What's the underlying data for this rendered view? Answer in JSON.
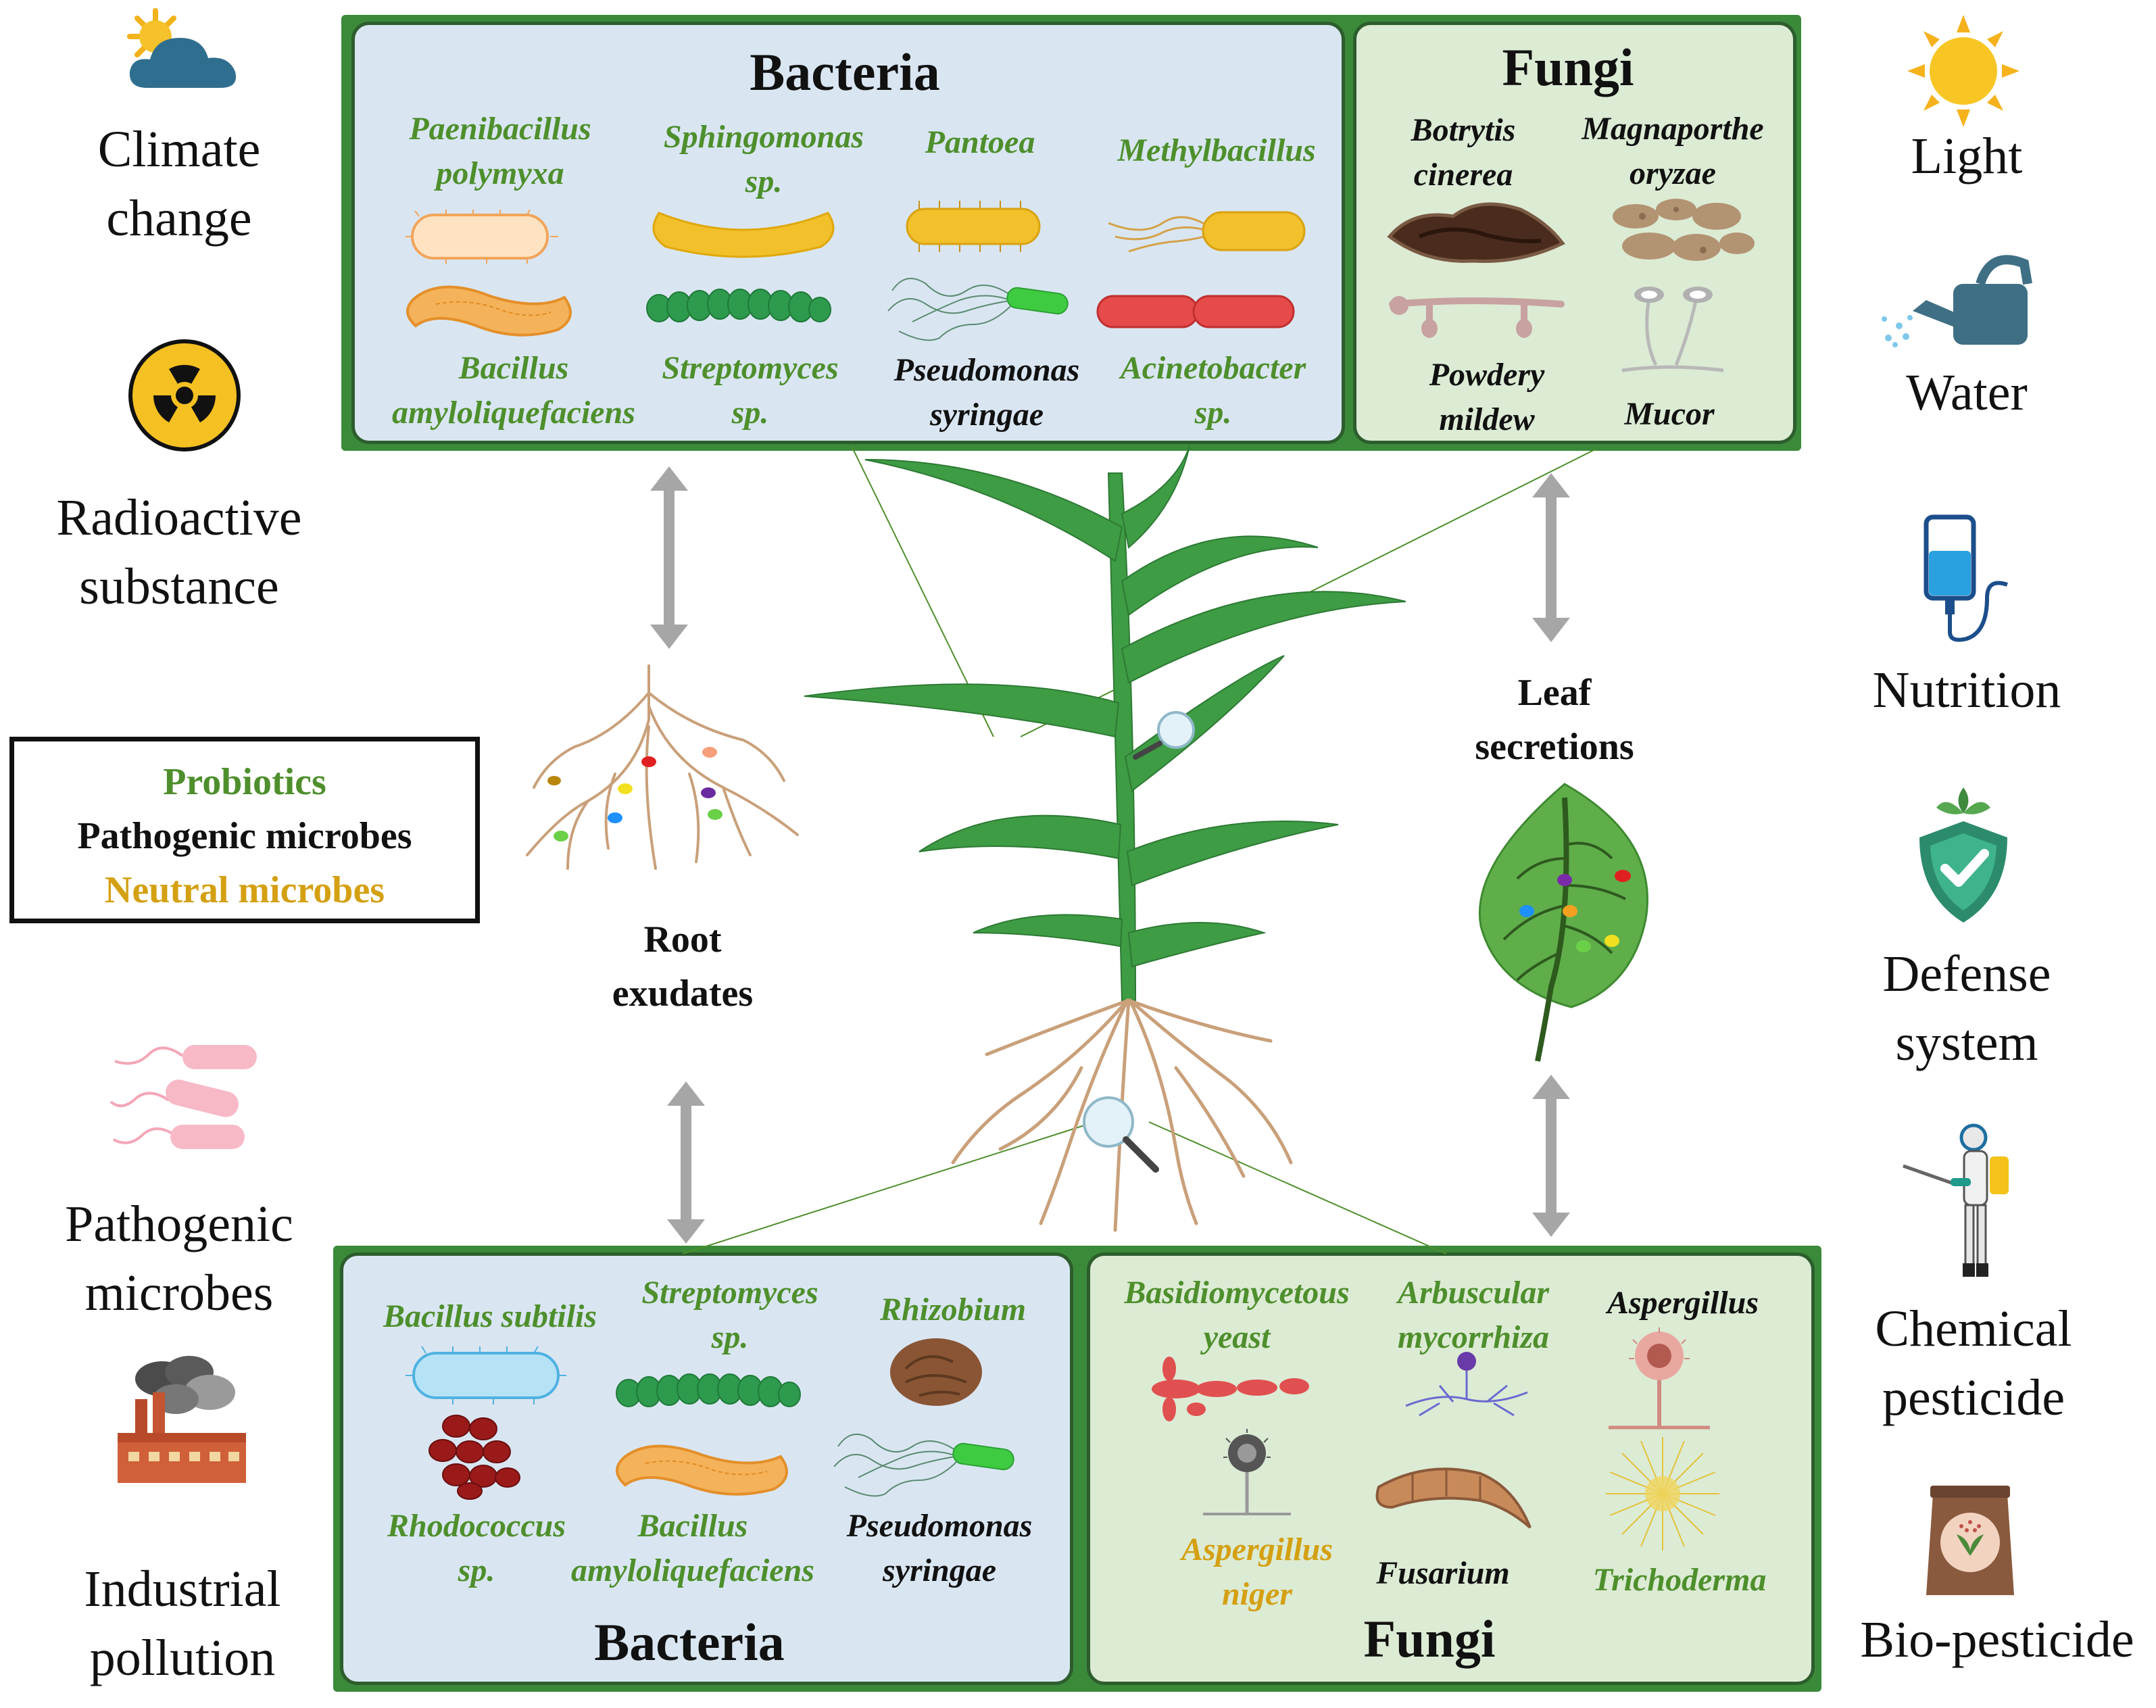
{
  "left_factors": [
    {
      "name": "Climate change",
      "lines": [
        "Climate",
        "change"
      ],
      "icon": "cloud-sun-icon"
    },
    {
      "name": "Radioactive substance",
      "lines": [
        "Radioactive",
        "substance"
      ],
      "icon": "radiation-icon"
    },
    {
      "name": "Pathogenic microbes",
      "lines": [
        "Pathogenic",
        "microbes"
      ],
      "icon": "bacteria-icon"
    },
    {
      "name": "Industrial pollution",
      "lines": [
        "Industrial",
        "pollution"
      ],
      "icon": "factory-icon"
    }
  ],
  "right_factors": [
    {
      "name": "Light",
      "lines": [
        "Light"
      ],
      "icon": "sun-icon"
    },
    {
      "name": "Water",
      "lines": [
        "Water"
      ],
      "icon": "watering-can-icon"
    },
    {
      "name": "Nutrition",
      "lines": [
        "Nutrition"
      ],
      "icon": "iv-bag-icon"
    },
    {
      "name": "Defense system",
      "lines": [
        "Defense",
        "system"
      ],
      "icon": "shield-check-icon"
    },
    {
      "name": "Chemical pesticide",
      "lines": [
        "Chemical",
        "pesticide"
      ],
      "icon": "sprayer-person-icon"
    },
    {
      "name": "Bio-pesticide",
      "lines": [
        "Bio-pesticide"
      ],
      "icon": "seed-bag-icon"
    }
  ],
  "legend": {
    "probiotics": "Probiotics",
    "pathogenic": "Pathogenic microbes",
    "neutral": "Neutral microbes",
    "colors": {
      "probiotics": "#4e8f2c",
      "pathogenic": "#111111",
      "neutral": "#d4a012"
    }
  },
  "top_panel": {
    "bacteria_title": "Bacteria",
    "fungi_title": "Fungi",
    "bacteria": [
      {
        "lines": [
          "Paenibacillus",
          "polymyxa"
        ],
        "type": "probiotic"
      },
      {
        "lines": [
          "Sphingomonas",
          "sp."
        ],
        "type": "probiotic"
      },
      {
        "lines": [
          "Pantoea"
        ],
        "type": "probiotic"
      },
      {
        "lines": [
          "Methylbacillus"
        ],
        "type": "probiotic"
      },
      {
        "lines": [
          "Bacillus",
          "amyloliquefaciens"
        ],
        "type": "probiotic"
      },
      {
        "lines": [
          "Streptomyces",
          "sp."
        ],
        "type": "probiotic"
      },
      {
        "lines": [
          "Pseudomonas",
          "syringae"
        ],
        "type": "pathogenic"
      },
      {
        "lines": [
          "Acinetobacter",
          "sp."
        ],
        "type": "probiotic"
      }
    ],
    "fungi": [
      {
        "lines": [
          "Botrytis",
          "cinerea"
        ],
        "type": "pathogenic"
      },
      {
        "lines": [
          "Magnaporthe",
          "oryzae"
        ],
        "type": "pathogenic"
      },
      {
        "lines": [
          "Powdery",
          "mildew"
        ],
        "type": "pathogenic"
      },
      {
        "lines": [
          "Mucor"
        ],
        "type": "pathogenic"
      }
    ]
  },
  "bottom_panel": {
    "bacteria_title": "Bacteria",
    "fungi_title": "Fungi",
    "bacteria": [
      {
        "lines": [
          "Bacillus subtilis"
        ],
        "type": "probiotic"
      },
      {
        "lines": [
          "Streptomyces",
          "sp."
        ],
        "type": "probiotic"
      },
      {
        "lines": [
          "Rhizobium"
        ],
        "type": "probiotic"
      },
      {
        "lines": [
          "Rhodococcus",
          "sp."
        ],
        "type": "probiotic"
      },
      {
        "lines": [
          "Bacillus",
          "amyloliquefaciens"
        ],
        "type": "probiotic"
      },
      {
        "lines": [
          "Pseudomonas",
          "syringae"
        ],
        "type": "pathogenic"
      }
    ],
    "fungi": [
      {
        "lines": [
          "Basidiomycetous",
          "yeast"
        ],
        "type": "probiotic"
      },
      {
        "lines": [
          "Arbuscular",
          "mycorrhiza"
        ],
        "type": "probiotic"
      },
      {
        "lines": [
          "Aspergillus"
        ],
        "type": "pathogenic"
      },
      {
        "lines": [
          "Aspergillus",
          "niger"
        ],
        "type": "neutral"
      },
      {
        "lines": [
          "Fusarium"
        ],
        "type": "pathogenic"
      },
      {
        "lines": [
          "Trichoderma"
        ],
        "type": "probiotic"
      }
    ]
  },
  "center": {
    "root_exudates": [
      "Root",
      "exudates"
    ],
    "leaf_secretions": [
      "Leaf",
      "secretions"
    ]
  }
}
